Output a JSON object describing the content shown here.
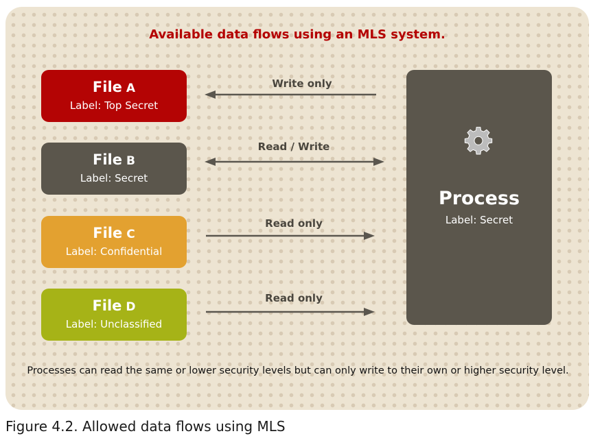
{
  "title": "Available data flows using an MLS system.",
  "files": [
    {
      "name": "File",
      "letter": "A",
      "label": "Label: Top Secret",
      "color": "#b40404"
    },
    {
      "name": "File",
      "letter": "B",
      "label": "Label: Secret",
      "color": "#5b564c"
    },
    {
      "name": "File",
      "letter": "C",
      "label": "Label: Confidential",
      "color": "#e3a130"
    },
    {
      "name": "File",
      "letter": "D",
      "label": "Label: Unclassified",
      "color": "#a6b317"
    }
  ],
  "flows": [
    {
      "label": "Write only",
      "direction": "to-file"
    },
    {
      "label": "Read / Write",
      "direction": "both"
    },
    {
      "label": "Read only",
      "direction": "to-process"
    },
    {
      "label": "Read only",
      "direction": "to-process"
    }
  ],
  "process": {
    "name": "Process",
    "label": "Label: Secret",
    "icon": "gear-icon",
    "color": "#5b564c"
  },
  "note": "Processes can read the same or lower security levels but can only write to their own or higher security level.",
  "caption": "Figure 4.2. Allowed data flows using MLS",
  "colors": {
    "panel": "#ede4d2",
    "title": "#b40000",
    "arrow": "#5a564e"
  }
}
